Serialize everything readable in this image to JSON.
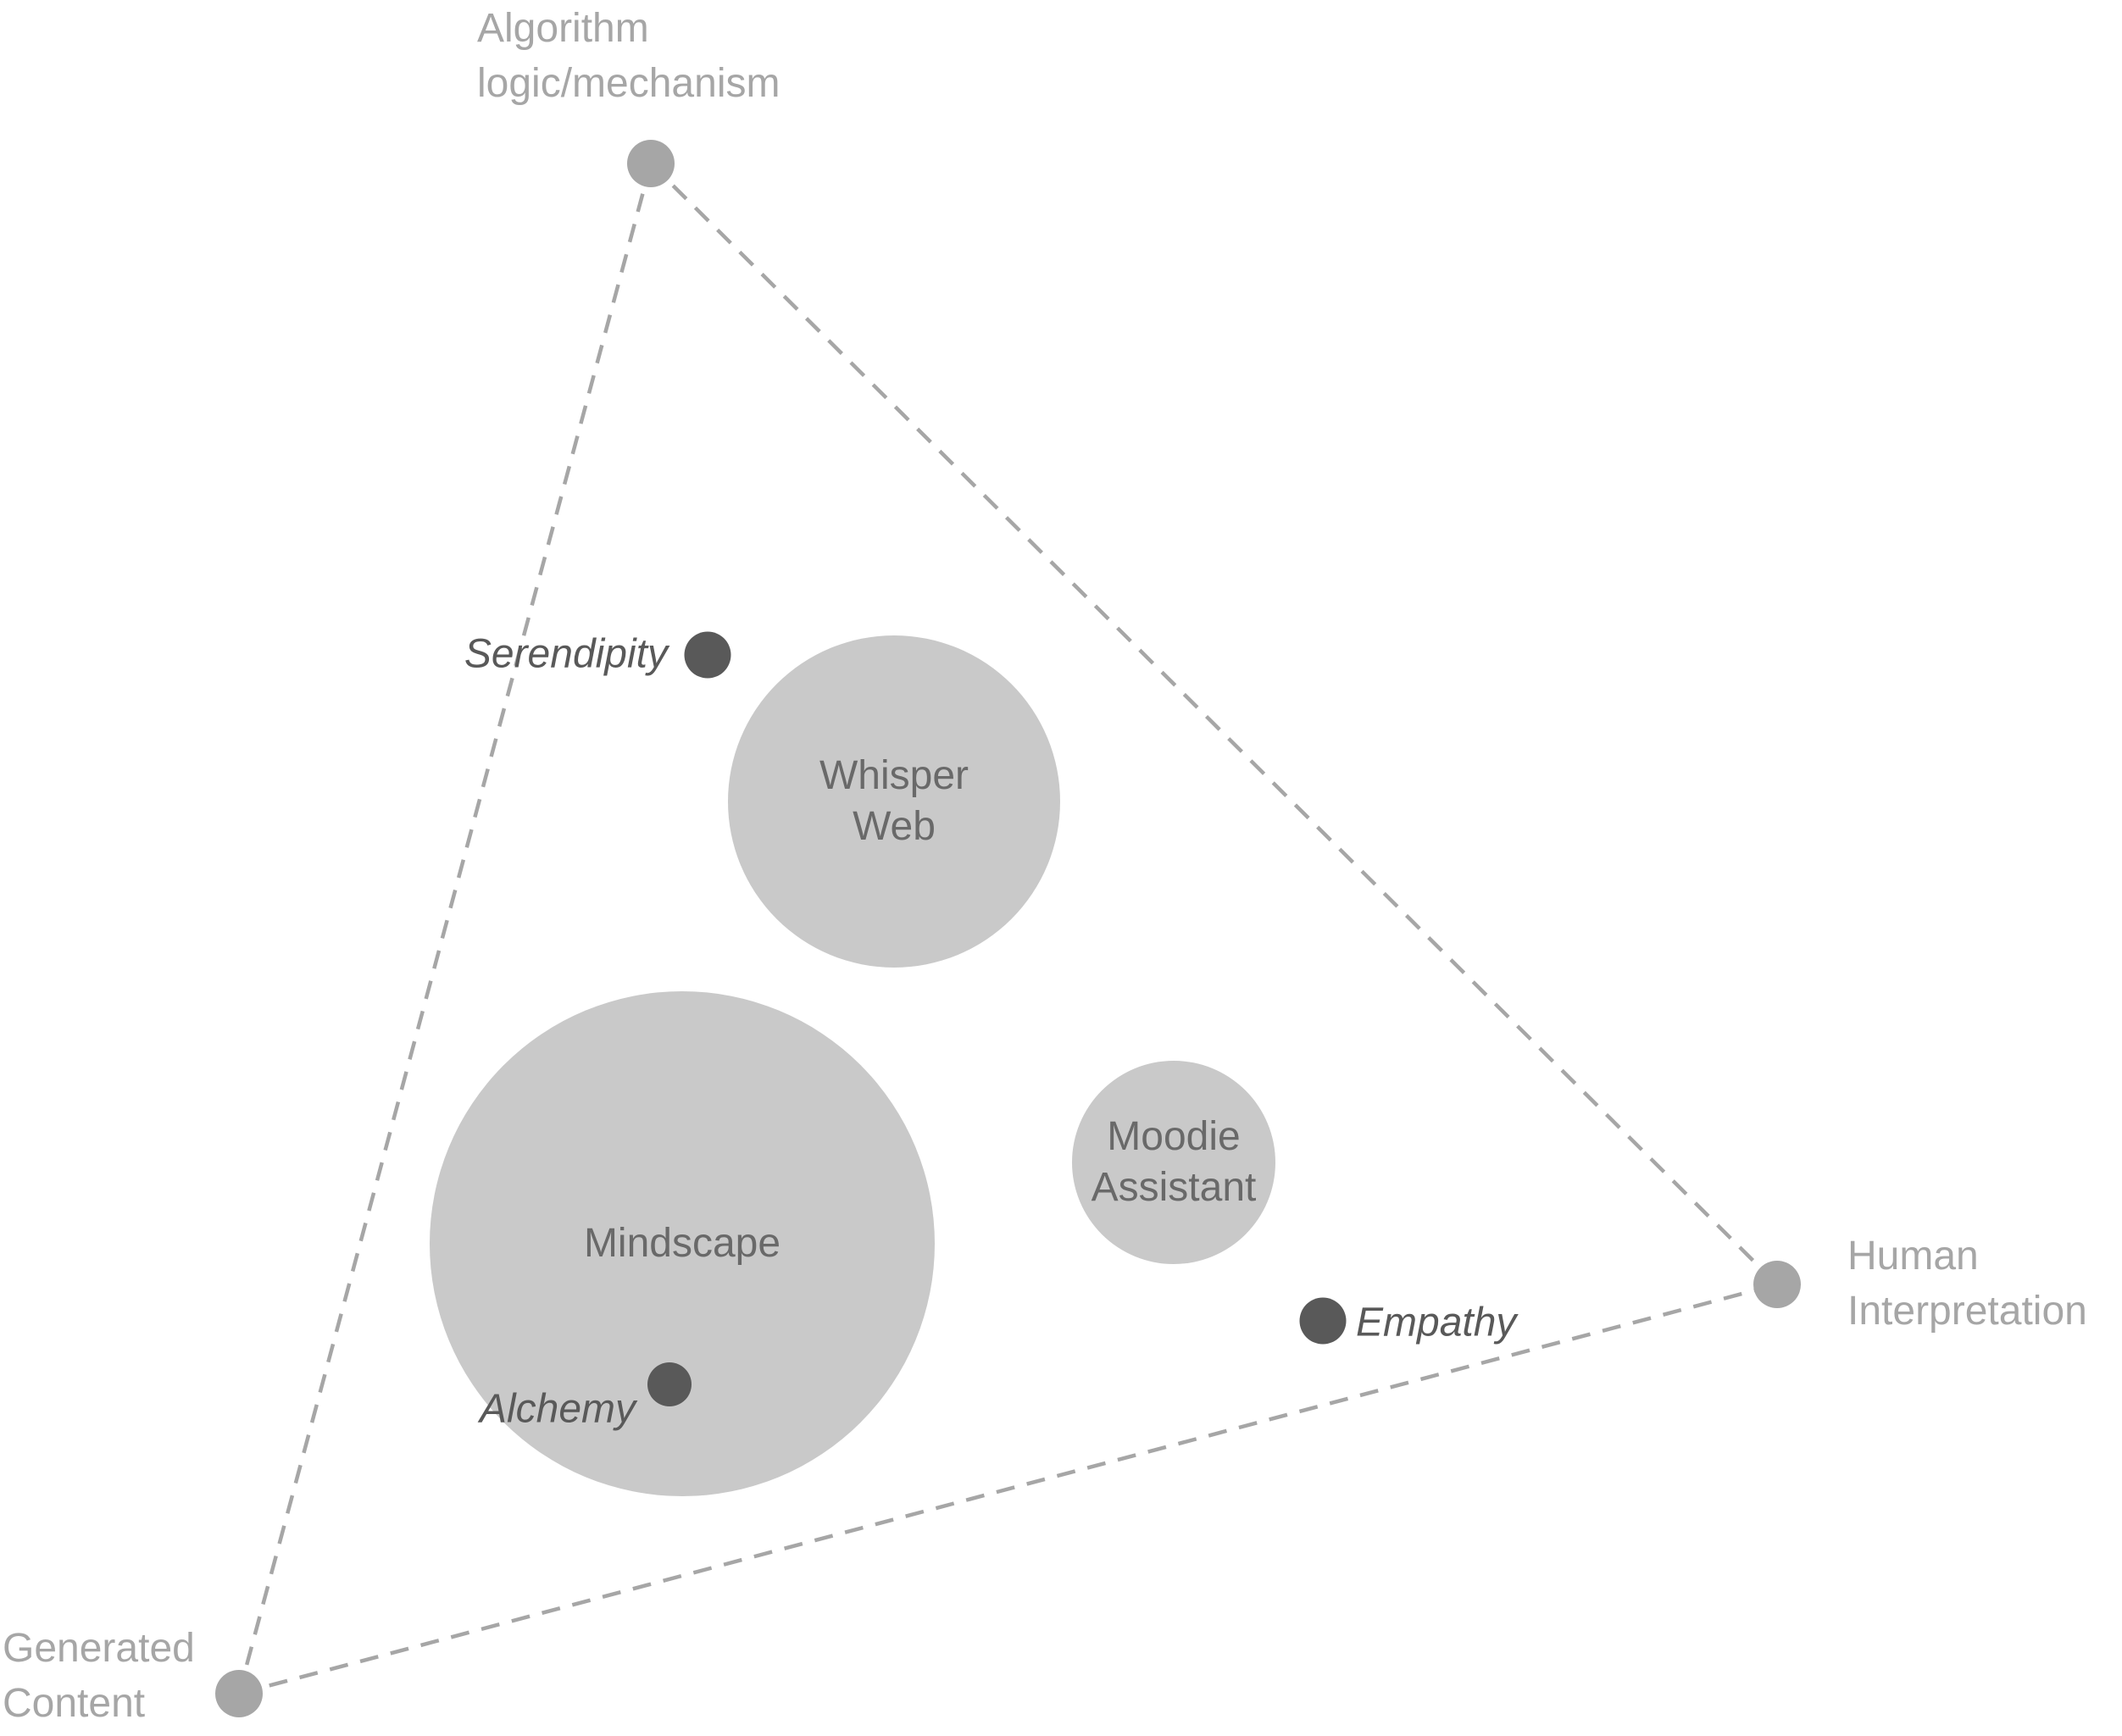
{
  "diagram": {
    "type": "ternary-bubble-diagram",
    "background_color": "#ffffff",
    "colors": {
      "vertex_and_edges": "#a6a6a6",
      "bubble_fill": "#c9c9c9",
      "bubble_text": "#696969",
      "annotation": "#595959"
    },
    "vertices": {
      "algorithm": {
        "line1": "Algorithm",
        "line2": "logic/mechanism"
      },
      "human": {
        "line1": "Human",
        "line2": "Interpretation"
      },
      "generated": {
        "line1": "Generated",
        "line2": "Content"
      }
    },
    "bubbles": {
      "whisper_web": {
        "line1": "Whisper",
        "line2": "Web"
      },
      "mindscape": {
        "line1": "Mindscape"
      },
      "moodie_assistant": {
        "line1": "Moodie",
        "line2": "Assistant"
      }
    },
    "annotations": {
      "serendipity": {
        "label": "Serendipity"
      },
      "empathy": {
        "label": "Empathy"
      },
      "alchemy": {
        "label": "Alchemy"
      }
    }
  }
}
